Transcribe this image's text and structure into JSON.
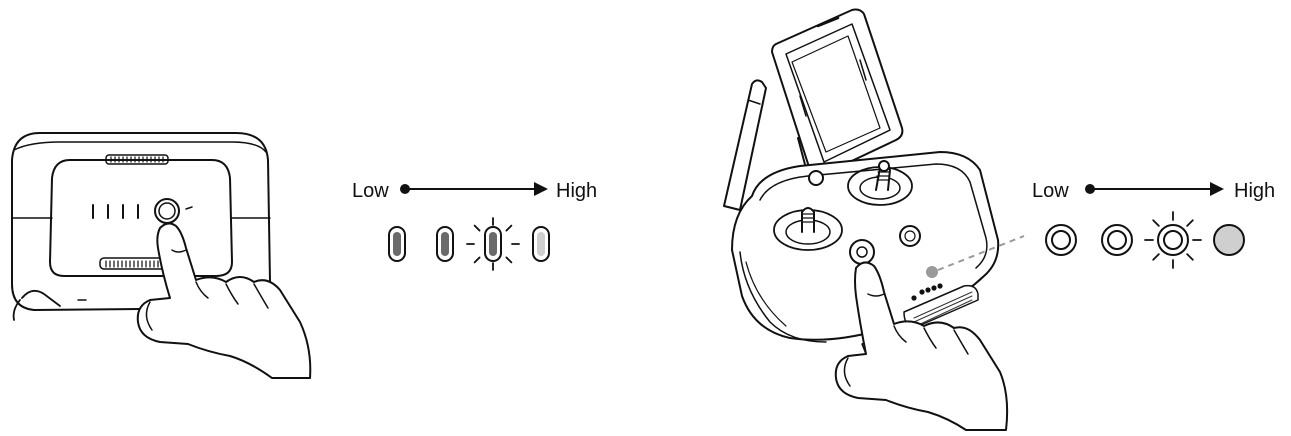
{
  "left_panel": {
    "scale": {
      "low_label": "Low",
      "high_label": "High"
    },
    "indicators": [
      {
        "level": 1,
        "state": "on"
      },
      {
        "level": 2,
        "state": "on"
      },
      {
        "level": 3,
        "state": "blinking"
      },
      {
        "level": 4,
        "state": "dim"
      }
    ]
  },
  "right_panel": {
    "scale": {
      "low_label": "Low",
      "high_label": "High"
    },
    "indicators": [
      {
        "level": 1,
        "state": "on"
      },
      {
        "level": 2,
        "state": "on"
      },
      {
        "level": 3,
        "state": "blinking"
      },
      {
        "level": 4,
        "state": "off"
      }
    ]
  },
  "colors": {
    "line": "#111111",
    "fill_dark": "#6a6a6a",
    "fill_light": "#cfcfcf",
    "dashed_leader": "#9a9a9a"
  },
  "icons": [
    "battery-icon",
    "power-button-icon",
    "pointing-hand-icon",
    "remote-controller-icon",
    "tablet-holder-icon",
    "antenna-icon",
    "joystick-icon",
    "arrow-right-icon"
  ]
}
